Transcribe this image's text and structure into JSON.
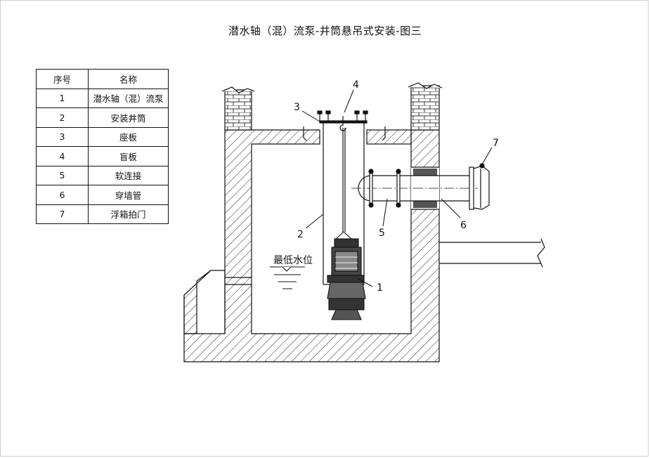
{
  "title": "潜水轴（混）流泵-井筒悬吊式安装-图三",
  "legend": {
    "headers": [
      "序号",
      "名称"
    ],
    "rows": [
      [
        "1",
        "潜水轴（混）流泵"
      ],
      [
        "2",
        "安装井筒"
      ],
      [
        "3",
        "座板"
      ],
      [
        "4",
        "盲板"
      ],
      [
        "5",
        "软连接"
      ],
      [
        "6",
        "穿墙管"
      ],
      [
        "7",
        "浮箱拍门"
      ]
    ]
  },
  "callouts": [
    "1",
    "2",
    "3",
    "4",
    "5",
    "6",
    "7"
  ],
  "water_level_label": "最低水位"
}
